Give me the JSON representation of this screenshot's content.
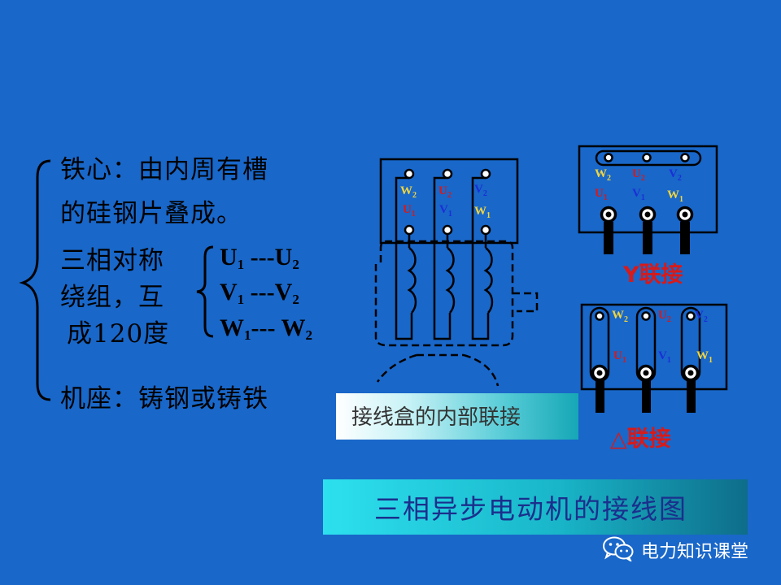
{
  "structure": {
    "core_line1": "铁心：由内周有槽",
    "core_line2": "的硅钢片叠成。",
    "winding_line1": "三相对称",
    "winding_line2": "绕组，互",
    "winding_line3": "成120度",
    "frame": "机座：铸钢或铸铁"
  },
  "windings": [
    {
      "start": "U",
      "end": "U",
      "start_sub": "1",
      "end_sub": "2",
      "sep": " ---"
    },
    {
      "start": "V",
      "end": "V",
      "start_sub": "1",
      "end_sub": "2",
      "sep": " ---"
    },
    {
      "start": "W",
      "end": "W",
      "start_sub": "1",
      "end_sub": "2",
      "sep": "--- "
    }
  ],
  "terminal_box": {
    "caption": "接线盒的内部联接",
    "top_labels": [
      {
        "letter": "W",
        "sub": "2",
        "color": "#f2d53c"
      },
      {
        "letter": "U",
        "sub": "2",
        "color": "#d71a1a"
      },
      {
        "letter": "V",
        "sub": "2",
        "color": "#1a2fd7"
      }
    ],
    "bottom_labels": [
      {
        "letter": "U",
        "sub": "1",
        "color": "#d71a1a"
      },
      {
        "letter": "V",
        "sub": "1",
        "color": "#1a2fd7"
      },
      {
        "letter": "W",
        "sub": "1",
        "color": "#f2d53c"
      }
    ]
  },
  "y_connection": {
    "label": "Y联接"
  },
  "delta_connection": {
    "label": "△联接"
  },
  "title": "三相异步电动机的接线图",
  "watermark": {
    "text": "电力知识课堂",
    "icon": "wechat-icon"
  },
  "colors": {
    "background": "#1967c9",
    "yellow": "#f2d53c",
    "red": "#d71a1a",
    "blue": "#1a2fd7"
  }
}
